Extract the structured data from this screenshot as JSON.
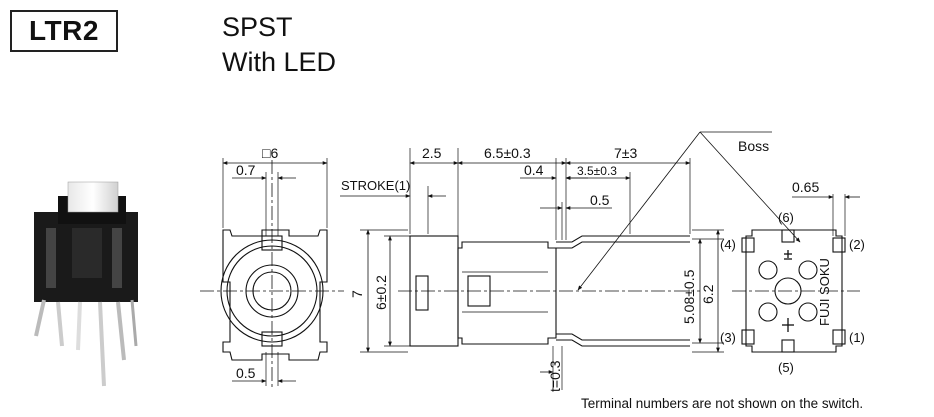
{
  "header": {
    "model": "LTR2",
    "line1": "SPST",
    "line2": "With LED"
  },
  "dims": {
    "sq6": "□6",
    "d07": "0.7",
    "d05_bottom": "0.5",
    "stroke": "STROKE(1)",
    "d25": "2.5",
    "d65": "6.5±0.3",
    "d7pm3": "7±3",
    "d04": "0.4",
    "d35": "3.5±0.3",
    "d05_side": "0.5",
    "boss": "Boss",
    "d065": "0.65",
    "d7": "7",
    "d6pm": "6±0.2",
    "d508": "5.08±0.5",
    "d62": "6.2",
    "t03": "t=0.3"
  },
  "terminals": {
    "t1": "(1)",
    "t2": "(2)",
    "t3": "(3)",
    "t4": "(4)",
    "t5": "(5)",
    "t6": "(6)"
  },
  "brand": "FUJI SOKU",
  "footnote": "Terminal numbers are not shown on the switch."
}
